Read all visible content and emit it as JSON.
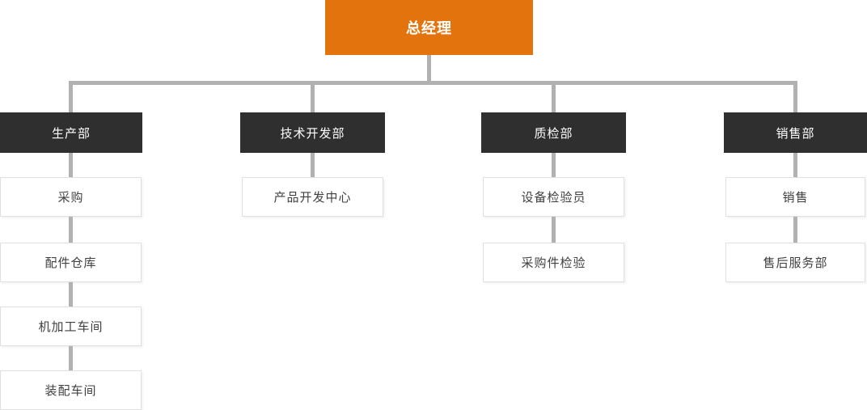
{
  "org": {
    "root": {
      "label": "总经理"
    },
    "departments": [
      {
        "label": "生产部",
        "children": [
          {
            "label": "采购"
          },
          {
            "label": "配件仓库"
          },
          {
            "label": "机加工车间"
          },
          {
            "label": "装配车间"
          }
        ]
      },
      {
        "label": "技术开发部",
        "children": [
          {
            "label": "产品开发中心"
          }
        ]
      },
      {
        "label": "质检部",
        "children": [
          {
            "label": "设备检验员"
          },
          {
            "label": "采购件检验"
          }
        ]
      },
      {
        "label": "销售部",
        "children": [
          {
            "label": "销售"
          },
          {
            "label": "售后服务部"
          }
        ]
      }
    ]
  },
  "colors": {
    "root_bg": "#E2730D",
    "dept_bg": "#2F2F2F",
    "connector": "#B1B1B1",
    "leaf_border": "#E0E0E0",
    "leaf_text": "#404040"
  }
}
